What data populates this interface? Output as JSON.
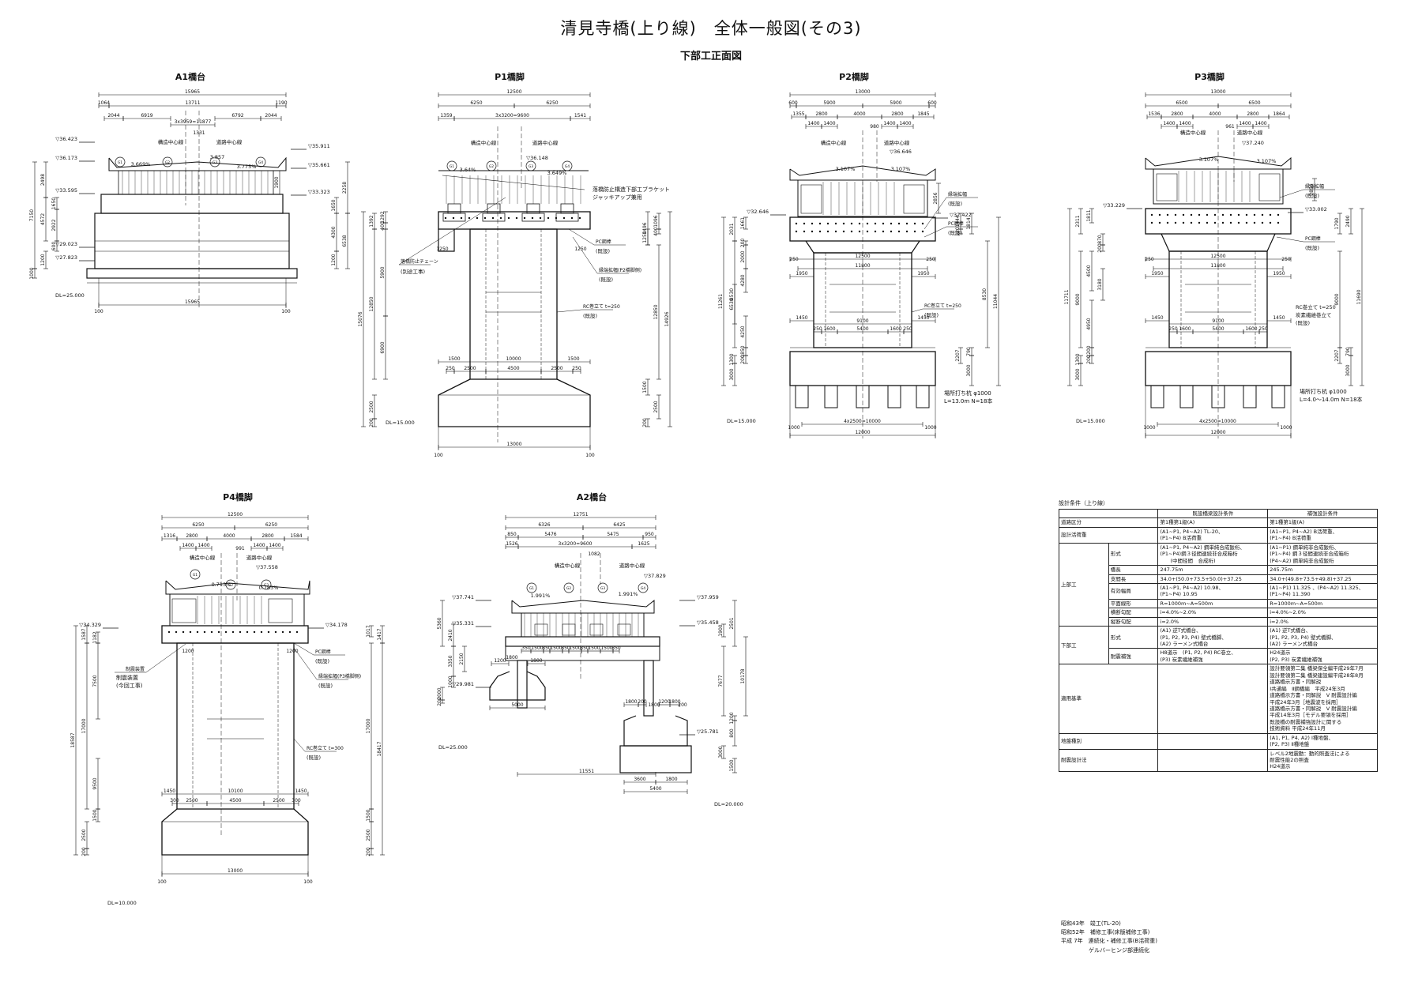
{
  "title": "清見寺橋(上り線)　全体一般図(その3)",
  "subtitle": "下部工正面図",
  "views": {
    "a1": {
      "title": "A1橋台",
      "dims": [
        "15965",
        "1064",
        "13711",
        "1190",
        "2044",
        "6919",
        "3x3959=11877",
        "6792",
        "2044",
        "1331",
        "15965",
        "100",
        "100"
      ],
      "labels": [
        "構造中心線",
        "道路中心線",
        "3.669%",
        "3.857",
        "3.775%"
      ],
      "elev": [
        "▽36.423",
        "▽36.173",
        "▽33.595",
        "▽29.023",
        "▽27.823",
        "▽35.911",
        "▽35.661",
        "▽33.323",
        "DL=25.000"
      ],
      "vert": [
        "7150",
        "2498",
        "1650",
        "4572",
        "2922",
        "600",
        "1000",
        "1200",
        "1900",
        "2258",
        "6538",
        "1650",
        "4300",
        "1200"
      ],
      "girders": [
        "G1",
        "G2",
        "G3",
        "G4"
      ]
    },
    "p1": {
      "title": "P1橋脚",
      "dims": [
        "12500",
        "6250",
        "6250",
        "1359",
        "3x3200=9600",
        "1541",
        "1250",
        "1250",
        "1500",
        "10000",
        "1500",
        "250",
        "2500",
        "4500",
        "2500",
        "250",
        "13000",
        "100",
        "100"
      ],
      "labels": [
        "構造中心線",
        "道路中心線",
        "3.64%",
        "3.649%",
        "▽36.148",
        "落橋防止構造下部工ブラケット",
        "ジャッキアップ兼用",
        "落橋防止チェーン",
        "(別途工事)",
        "PC鋼棒",
        "(既設)",
        "縁端拡幅(P2橋脚側)",
        "(既設)",
        "RC巻立て t=250",
        "(既設)"
      ],
      "elev": [
        "DL=15.000"
      ],
      "vert": [
        "1392",
        "1292",
        "400",
        "5900",
        "12850",
        "15076",
        "6900",
        "2500",
        "200",
        "14926",
        "1250",
        "1096",
        "400",
        "1496",
        "12850",
        "2500",
        "1500",
        "200"
      ],
      "girders": [
        "G1",
        "G2",
        "G3",
        "G4"
      ]
    },
    "p2": {
      "title": "P2橋脚",
      "dims": [
        "13000",
        "600",
        "5900",
        "5900",
        "600",
        "1355",
        "2800",
        "4000",
        "2800",
        "1845",
        "1400",
        "1400",
        "980",
        "1400",
        "1400",
        "12500",
        "11800",
        "1950",
        "1950",
        "250",
        "250",
        "1450",
        "1450",
        "9100",
        "250",
        "1600",
        "5400",
        "1600",
        "250",
        "4x2500=10000",
        "12000",
        "1000",
        "1000"
      ],
      "labels": [
        "構造中心線",
        "道路中心線",
        "▽36.646",
        "3.107%",
        "3.107%",
        "縁端拡幅",
        "(既設)",
        "PC鋼棒",
        "(既設)",
        "RC巻立て t=250",
        "(既設)",
        "場所打ち杭 φ1000",
        "L=13.0m N=18本"
      ],
      "elev": [
        "▽32.646",
        "▽32.422",
        "DL=15.000"
      ],
      "vert": [
        "2031",
        "1661",
        "200",
        "2000",
        "8530",
        "4280",
        "4250",
        "6530",
        "1850",
        "1300",
        "3000",
        "200",
        "11261",
        "2856",
        "1444",
        "1814",
        "320",
        "11044",
        "8530",
        "2207",
        "790",
        "3000"
      ]
    },
    "p3": {
      "title": "P3橋脚",
      "dims": [
        "13000",
        "6500",
        "6500",
        "1536",
        "2800",
        "4000",
        "2800",
        "1864",
        "1400",
        "1400",
        "961",
        "1400",
        "1400",
        "12500",
        "11800",
        "1950",
        "1950",
        "250",
        "250",
        "1450",
        "1450",
        "9100",
        "250",
        "1600",
        "5400",
        "1600",
        "250",
        "4x2500=10000",
        "12000",
        "1000",
        "1000"
      ],
      "labels": [
        "構造中心線",
        "道路中心線",
        "▽37.240",
        "3.107%",
        "3.107%",
        "縁端拡幅",
        "(既設)",
        "PC鋼棒",
        "(既設)",
        "RC巻立て t=250",
        "炭素繊維巻立て",
        "(既設)",
        "場所打ち杭 φ1000",
        "L=4.0～14.0m N=18本"
      ],
      "elev": [
        "▽33.229",
        "▽33.002",
        "DL=15.000"
      ],
      "vert": [
        "2311",
        "1811",
        "870",
        "200",
        "9000",
        "4500",
        "4950",
        "3180",
        "11711",
        "2200",
        "1300",
        "3000",
        "200",
        "2856",
        "1790",
        "2490",
        "9000",
        "11690",
        "2207",
        "790",
        "3000"
      ]
    },
    "p4": {
      "title": "P4橋脚",
      "dims": [
        "12500",
        "6250",
        "6250",
        "1316",
        "2800",
        "4000",
        "2800",
        "1584",
        "1400",
        "1400",
        "991",
        "1400",
        "1400",
        "1200",
        "1200",
        "1450",
        "10100",
        "1450",
        "300",
        "2500",
        "4500",
        "2500",
        "300",
        "13000",
        "100",
        "100"
      ],
      "labels": [
        "構造中心線",
        "道路中心線",
        "▽37.558",
        "0.713%",
        "0.783%",
        "制震装置",
        "(今回工事)",
        "PC鋼棒",
        "(既設)",
        "縁端拡幅(P3橋脚側)",
        "(既設)",
        "RC巻立て t=300",
        "(既設)"
      ],
      "elev": [
        "▽34.329",
        "▽34.178",
        "DL=10.000"
      ],
      "vert": [
        "1587",
        "1182",
        "7500",
        "17000",
        "18587",
        "9500",
        "2500",
        "200",
        "1500",
        "1017",
        "1417",
        "17000",
        "18417",
        "1500",
        "2500",
        "200"
      ],
      "girders": [
        "G1",
        "G2",
        "G3"
      ]
    },
    "a2": {
      "title": "A2橋台",
      "dims": [
        "12751",
        "6326",
        "6425",
        "850",
        "5476",
        "5475",
        "950",
        "1526",
        "3x3200=9600",
        "1625",
        "1082",
        "350",
        "1500",
        "850",
        "1500",
        "850",
        "1500",
        "850",
        "1500",
        "1500",
        "850",
        "1800",
        "1200",
        "1800",
        "5000",
        "1800",
        "200",
        "1800",
        "1200",
        "1800",
        "200",
        "3600",
        "1800",
        "5400",
        "11551"
      ],
      "labels": [
        "構造中心線",
        "道路中心線",
        "1.991%",
        "1.991%",
        "▽37.829"
      ],
      "elev": [
        "▽37.741",
        "▽35.331",
        "▽29.981",
        "▽37.959",
        "▽35.458",
        "▽25.781",
        "DL=25.000",
        "DL=20.000"
      ],
      "vert": [
        "5360",
        "2410",
        "2150",
        "3350",
        "1000",
        "2000",
        "200",
        "2501",
        "1900",
        "10178",
        "7677",
        "1200",
        "800",
        "3000",
        "1500"
      ],
      "girders": [
        "G1",
        "G2",
        "G3",
        "G4"
      ]
    }
  },
  "design": {
    "caption": "設計条件（上り線）",
    "header": [
      "既設橋梁設計条件",
      "補強設計条件"
    ],
    "rows": [
      {
        "item": "道路区分",
        "sub": "",
        "old": "第1種第1級(A)",
        "new": "第1種第1級(A)"
      },
      {
        "item": "設計活荷重",
        "sub": "",
        "old": "(A1~P1, P4~A2) TL-20、\n(P1~P4) B活荷重",
        "new": "(A1~P1, P4~A2) B活荷重、\n(P1~P4) B活荷重"
      },
      {
        "item": "上部工",
        "sub": "形式",
        "old": "(A1~P1, P4~A2) 鋼単純合成鈑桁、\n(P1~P4)鋼３径間連続非合成箱桁\n　　(中間径間　合成桁)",
        "new": "(A1~P1) 鋼単純非合成鈑桁、\n(P1~P4) 鋼３径間連続非合成箱桁\n(P4~A2) 鋼単純非合成鈑桁"
      },
      {
        "item": "",
        "sub": "橋長",
        "old": "247.75m",
        "new": "245.75m"
      },
      {
        "item": "",
        "sub": "支間長",
        "old": "34.0+(50.0+73.5+50.0)+37.25",
        "new": "34.0+(49.8+73.5+49.8)+37.25"
      },
      {
        "item": "",
        "sub": "有効幅員",
        "old": "(A1~P1, P4~A2) 10.98、\n(P1~P4) 10.95",
        "new": "(A1~P1) 11.325 、(P4~A2) 11.325、\n(P1~P4) 11.390"
      },
      {
        "item": "",
        "sub": "平面線形",
        "old": "R=1000m~A=500m",
        "new": "R=1000m~A=500m"
      },
      {
        "item": "",
        "sub": "横断勾配",
        "old": "i=4.0%~2.0%",
        "new": "i=4.0%~2.0%"
      },
      {
        "item": "",
        "sub": "縦断勾配",
        "old": "i=2.0%",
        "new": "i=2.0%"
      },
      {
        "item": "下部工",
        "sub": "形式",
        "old": "(A1) 逆T式橋台、\n(P1, P2, P3, P4) 壁式橋脚、\n(A2) ラーメン式橋台",
        "new": "(A1) 逆T式橋台、\n(P1, P2, P3, P4) 壁式橋脚、\n(A2) ラーメン式橋台"
      },
      {
        "item": "",
        "sub": "耐震補強",
        "old": "H8道示　(P1, P2, P4) RC巻立、\n(P3) 炭素繊維補強",
        "new": "H24道示\n(P2, P3) 炭素繊維補強"
      },
      {
        "item": "適用基準",
        "sub": "",
        "old": "",
        "new": "設計要領第二集 橋梁保全編平成29年7月\n設計要領第二集 橋梁建設編平成28年8月\n道路橋示方書・同解説\nⅠ共通編　Ⅱ鋼橋編　平成24年3月\n道路橋示方書・同解説　Ⅴ 耐震設計編\n平成24年3月［地震波を採用］\n道路橋示方書・同解説　Ⅴ 耐震設計編\n平成14年3月［モデル要領を採用］\n既設橋の耐震補強設計に関する\n技術資料 平成24年11月"
      },
      {
        "item": "地盤種別",
        "sub": "",
        "old": "",
        "new": "(A1, P1, P4, A2) Ⅰ種地盤、\n(P2, P3) Ⅱ種地盤"
      },
      {
        "item": "耐震設計法",
        "sub": "",
        "old": "",
        "new": "レベル2地震動：動的照査法による\n耐震性能2の照査\nH24道示"
      }
    ]
  },
  "history": [
    "昭和43年　竣工(TL-20)",
    "昭和52年　補修工事(床版補修工事)",
    "平成 7年　連続化・補修工事(B活荷重)",
    "　　　　　ゲルバーヒンジ部連続化"
  ]
}
